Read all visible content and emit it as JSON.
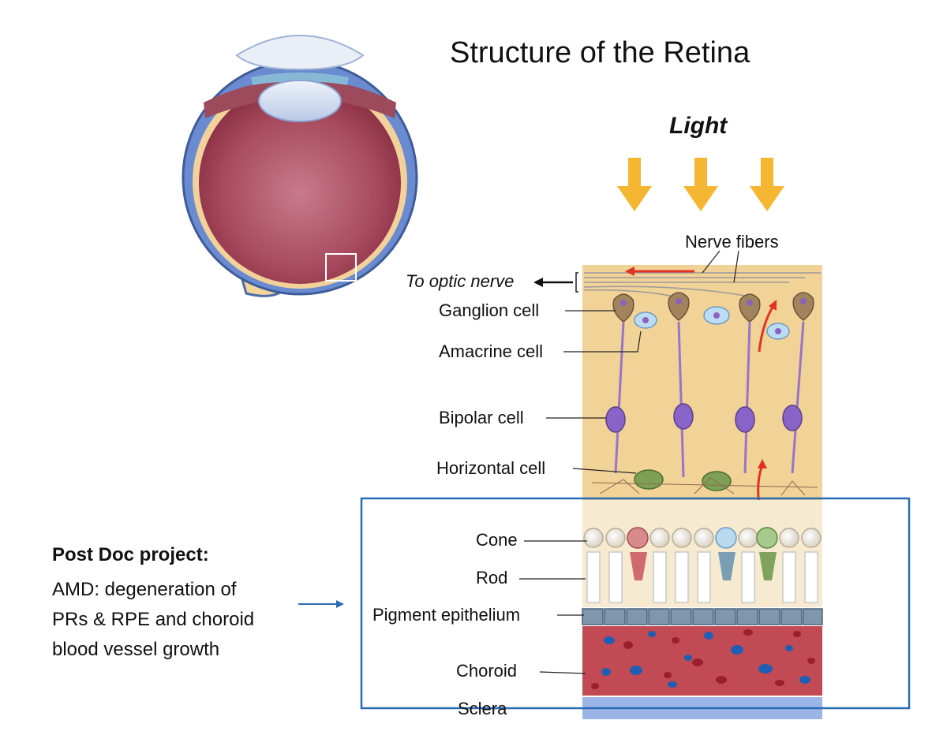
{
  "title": "Structure of the Retina",
  "light_label": "Light",
  "labels": {
    "nerve_fibers": "Nerve fibers",
    "to_optic_nerve": "To optic nerve",
    "ganglion_cell": "Ganglion cell",
    "amacrine_cell": "Amacrine cell",
    "bipolar_cell": "Bipolar cell",
    "horizontal_cell": "Horizontal cell",
    "cone": "Cone",
    "rod": "Rod",
    "pigment_epithelium": "Pigment epithelium",
    "choroid": "Choroid",
    "sclera": "Sclera"
  },
  "post_doc": {
    "heading": "Post Doc project:",
    "lines": [
      "AMD: degeneration of",
      "PRs & RPE and choroid",
      "blood vessel growth"
    ]
  },
  "colors": {
    "light_arrow": "#f5b731",
    "retina_bg": "#f1d297",
    "choroid": "#c24a55",
    "sclera": "#9db4e6",
    "highlight_box": "#2a6bb5",
    "signal_arrow": "#e23322"
  }
}
